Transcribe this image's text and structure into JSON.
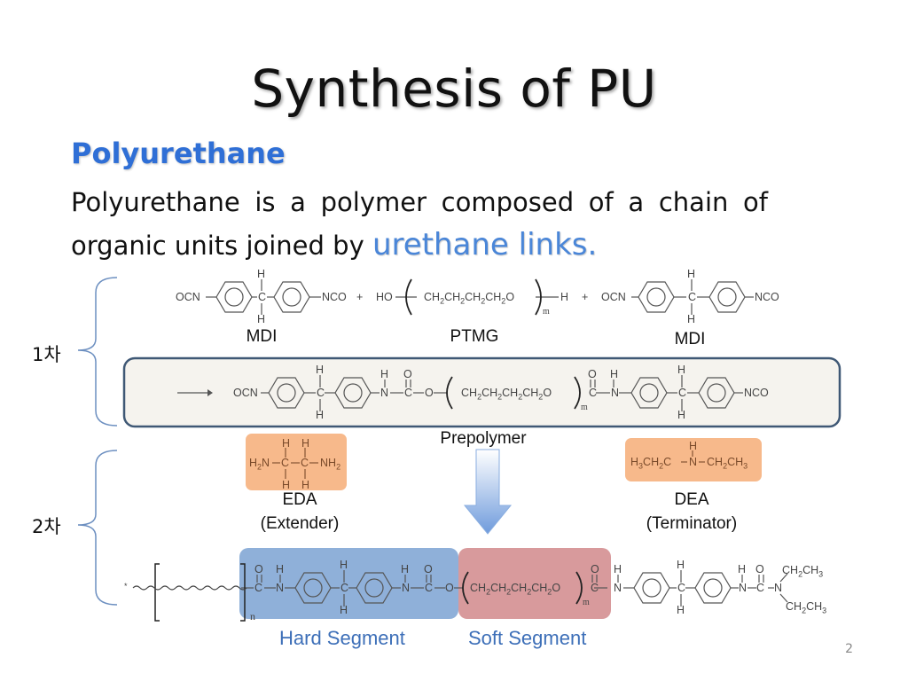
{
  "slide": {
    "title": "Synthesis of PU",
    "subheading": "Polyurethane",
    "description": "Polyurethane is a polymer composed of a chain of organic units joined by ",
    "highlight": "urethane links.",
    "page_number": "2"
  },
  "steps": {
    "first": "1차",
    "second": "2차"
  },
  "labels": {
    "mdi_left": "MDI",
    "ptmg": "PTMG",
    "mdi_right": "MDI",
    "prepolymer": "Prepolymer",
    "eda": "EDA",
    "eda_role": "(Extender)",
    "dea": "DEA",
    "dea_role": "(Terminator)",
    "hard_segment": "Hard Segment",
    "soft_segment": "Soft Segment"
  },
  "colors": {
    "prepolymer_box_border": "#3f5875",
    "prepolymer_box_fill": "#f5f3ee",
    "eda_dea_box": "#f7b98b",
    "hard_segment": "#8fb0d9",
    "soft_segment": "#d89a9c",
    "arrow": "#8aaee0"
  },
  "chem": {
    "ocn": "OCN",
    "nco": "NCO",
    "ho": "HO",
    "h": "H",
    "c": "C",
    "o": "O",
    "n": "N",
    "m": "m",
    "n_sub": "n",
    "plus": "+",
    "dash": "—",
    "ptmg_unit": "CH₂CH₂CH₂CH₂O",
    "eda_formula": "H₂N–C–C–NH₂",
    "dea_formula": "H₃CH₂C–N–CH₂CH₃",
    "ethyl": "CH₂CH₃"
  }
}
